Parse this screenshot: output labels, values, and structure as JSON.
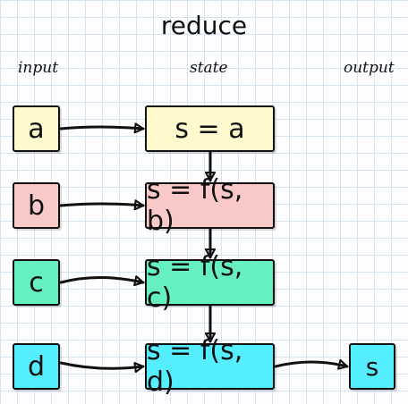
{
  "title": "reduce",
  "columns": {
    "input": "input",
    "state": "state",
    "output": "output"
  },
  "colors": {
    "yellow": "#fffacd",
    "pink": "#f9c9c9",
    "green": "#66f0c0",
    "cyan": "#55eeff",
    "stroke": "#111111"
  },
  "rows": [
    {
      "input": "a",
      "state": "s = a",
      "color": "yellow"
    },
    {
      "input": "b",
      "state": "s = f(s, b)",
      "color": "pink"
    },
    {
      "input": "c",
      "state": "s = f(s, c)",
      "color": "green"
    },
    {
      "input": "d",
      "state": "s = f(s, d)",
      "color": "cyan"
    }
  ],
  "output": "s"
}
